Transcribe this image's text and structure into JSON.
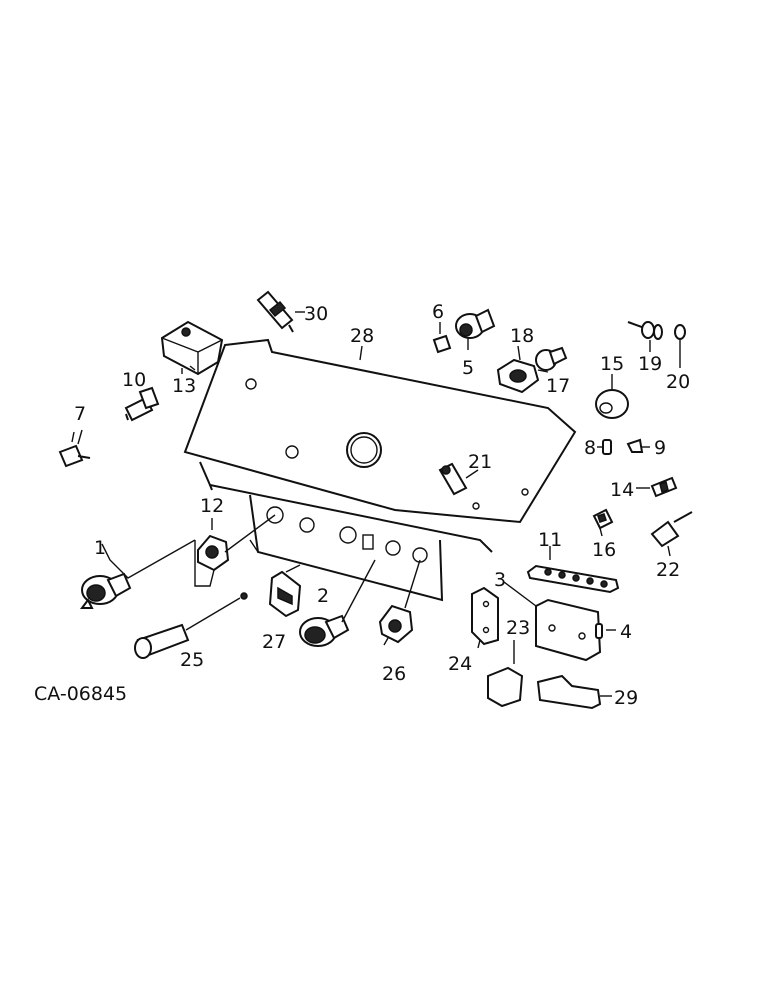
{
  "figure_code": "CA-06845",
  "callouts": {
    "c1": "1",
    "c2": "2",
    "c3": "3",
    "c4": "4",
    "c5": "5",
    "c6": "6",
    "c7": "7",
    "c8": "8",
    "c9": "9",
    "c10": "10",
    "c11": "11",
    "c12": "12",
    "c13": "13",
    "c14": "14",
    "c15": "15",
    "c16": "16",
    "c17": "17",
    "c18": "18",
    "c19": "19",
    "c20": "20",
    "c21": "21",
    "c22": "22",
    "c23": "23",
    "c24": "24",
    "c25": "25",
    "c26": "26",
    "c27": "27",
    "c28": "28",
    "c29": "29",
    "c30": "30"
  }
}
